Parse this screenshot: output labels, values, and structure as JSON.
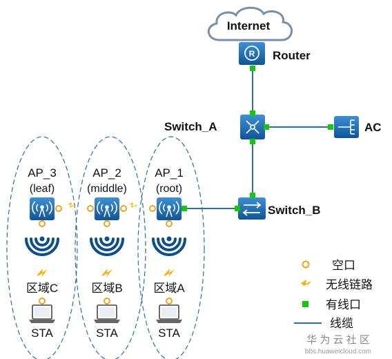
{
  "nodes": {
    "internet": "Internet",
    "router": "Router",
    "switch_a": "Switch_A",
    "ac": "AC",
    "switch_b": "Switch_B"
  },
  "aps": [
    {
      "name": "AP_3",
      "role": "(leaf)",
      "zone": "区域C",
      "sta": "STA"
    },
    {
      "name": "AP_2",
      "role": "(middle)",
      "zone": "区域B",
      "sta": "STA"
    },
    {
      "name": "AP_1",
      "role": "(root)",
      "zone": "区域A",
      "sta": "STA"
    }
  ],
  "legend": {
    "air_port": "空口",
    "wireless_link": "无线链路",
    "wired_port": "有线口",
    "cable": "线缆"
  },
  "watermark": {
    "brand": "华 为 云 社 区",
    "url": "bbs.huaweicloud.com"
  },
  "colors": {
    "device": "#1a6fb8",
    "device_dark": "#0d4f8c",
    "wired_port": "#16c60c",
    "air_port": "#f0a020",
    "wireless_link": "#f2b418",
    "cable": "#2a6ea8",
    "zone_outline": "#2a6ea8"
  }
}
